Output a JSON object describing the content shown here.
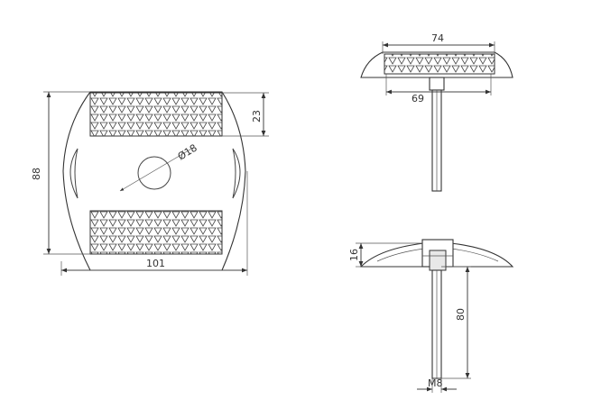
{
  "drawing": {
    "top_view": {
      "width_label": "101",
      "height_label": "88",
      "reflector_height_label": "23",
      "hole_label": "Ø18"
    },
    "side_view_top": {
      "top_width_label": "74",
      "bottom_width_label": "69"
    },
    "side_view_section": {
      "height_label": "16",
      "stud_length_label": "80",
      "thread_label": "M8"
    }
  }
}
